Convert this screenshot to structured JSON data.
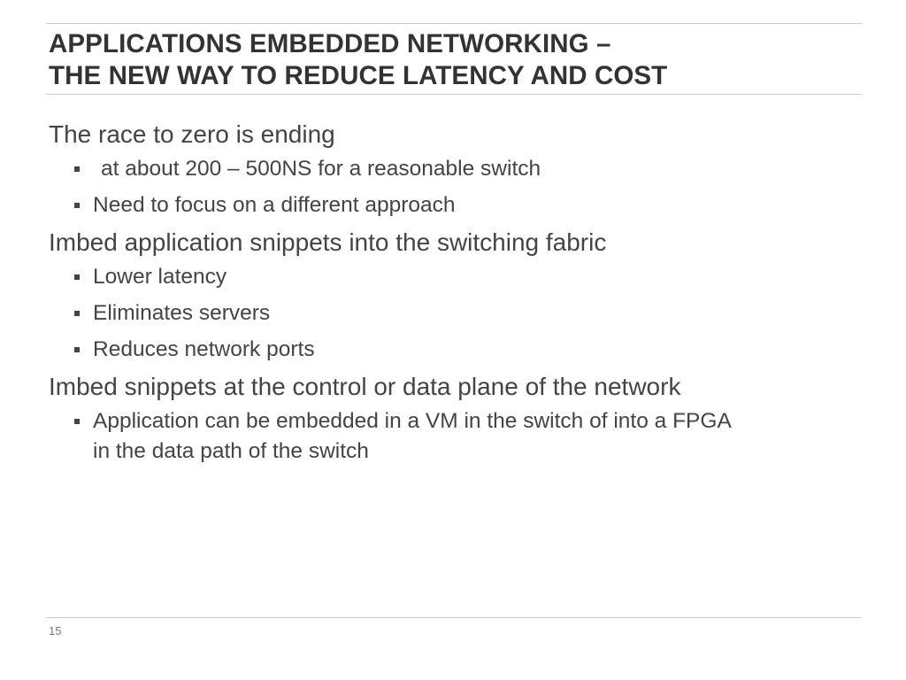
{
  "slide": {
    "title_lines": [
      "APPLICATIONS EMBEDDED NETWORKING –",
      "THE NEW WAY TO REDUCE LATENCY AND COST"
    ],
    "sections": [
      {
        "heading": "The race to zero is ending",
        "bullets": [
          "at about 200 – 500NS for a reasonable switch",
          "Need to focus on a different approach"
        ]
      },
      {
        "heading": "Imbed application snippets into the switching fabric",
        "bullets": [
          "Lower latency",
          "Eliminates servers",
          "Reduces network ports"
        ]
      },
      {
        "heading": "Imbed snippets at the control or data plane of the network",
        "bullets": [
          "Application can be embedded in a VM in the switch of into a FPGA in the data path of the switch"
        ]
      }
    ],
    "page_number": "15"
  },
  "colors": {
    "text": "#444444",
    "title": "#333333",
    "rule": "#cfcfcf",
    "background": "#ffffff"
  }
}
